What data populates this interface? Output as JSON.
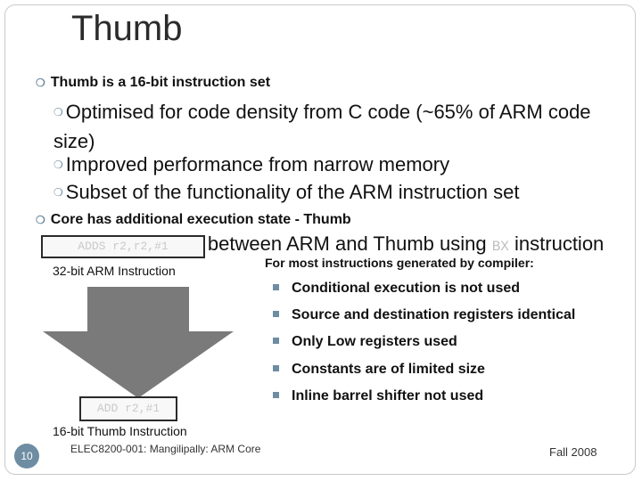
{
  "slide": {
    "title": "Thumb",
    "bullets": [
      {
        "text": "Thumb is a 16-bit instruction set"
      },
      {
        "text": "Optimised for code density from C code (~65% of ARM code size)"
      },
      {
        "text": "Improved performance from narrow memory"
      },
      {
        "text": "Subset of the functionality of the ARM instruction set"
      },
      {
        "text": "Core has additional execution state - Thumb"
      }
    ],
    "switch": {
      "prefix": "Switch between ARM and Thumb using ",
      "keyword": "BX",
      "suffix": " instruction"
    },
    "diagram": {
      "arm_code": "ADDS r2,r2,#1",
      "arm_label": "32-bit ARM Instruction",
      "thumb_code": "ADD r2,#1",
      "thumb_label": "16-bit Thumb Instruction"
    },
    "note": "For most instructions generated by compiler:",
    "conditions": [
      "Conditional execution is not used",
      "Source and destination registers identical",
      "Only Low registers used",
      "Constants are of limited size",
      "Inline barrel shifter not used"
    ],
    "footer": {
      "page": "10",
      "course": "ELEC8200-001: Mangilipally: ARM Core",
      "term": "Fall 2008"
    },
    "colors": {
      "accent": "#6e8ca2",
      "arrow": "#7a7a7a"
    }
  }
}
